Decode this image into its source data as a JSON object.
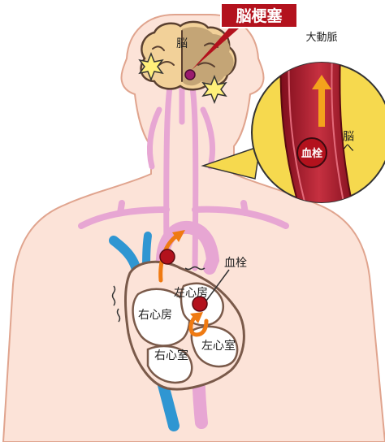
{
  "labels": {
    "stroke": "脳梗塞",
    "brain": "脳",
    "aorta": "大動脈",
    "to_brain": "脳へ",
    "clot_zoom": "血栓",
    "clot": "血栓",
    "left_atrium": "左心房",
    "right_atrium": "右心房",
    "left_ventricle": "左心室",
    "right_ventricle": "右心室"
  },
  "colors": {
    "skin": "#fce3d8",
    "skin_outline": "#e0a48e",
    "brain": "#f2d199",
    "brain_affected": "#c4a576",
    "artery": "#e7a6d3",
    "vein": "#2f96d2",
    "clot": "#b3121d",
    "arrow": "#ef7a12",
    "zoom_bg": "#f6d94e",
    "vessel_wall": "#a9182a",
    "title_bg": "#b3121d",
    "star": "#fff07a"
  }
}
